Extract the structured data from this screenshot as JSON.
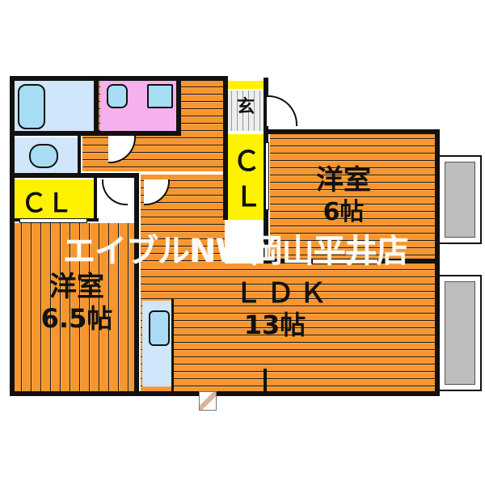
{
  "floorplan": {
    "rooms": [
      {
        "id": "western-room-1",
        "name": "洋室",
        "size": "6.5帖"
      },
      {
        "id": "western-room-2",
        "name": "洋室",
        "size": "6帖"
      },
      {
        "id": "ldk",
        "name": "ＬＤＫ",
        "size": "13帖"
      }
    ],
    "closets": [
      {
        "id": "closet-1",
        "label": "ＣＬ"
      },
      {
        "id": "closet-2",
        "label_top": "Ｃ",
        "label_bottom": "Ｌ"
      }
    ],
    "entrance": {
      "label": "玄"
    },
    "watermark": "エイブルNW岡山平井店",
    "colors": {
      "floor": "#f7962e",
      "closet": "#fff200",
      "washroom": "#f5b0f0",
      "bath": "#cfe6fb",
      "balcony": "#bdbdbd",
      "wall": "#111111"
    }
  }
}
